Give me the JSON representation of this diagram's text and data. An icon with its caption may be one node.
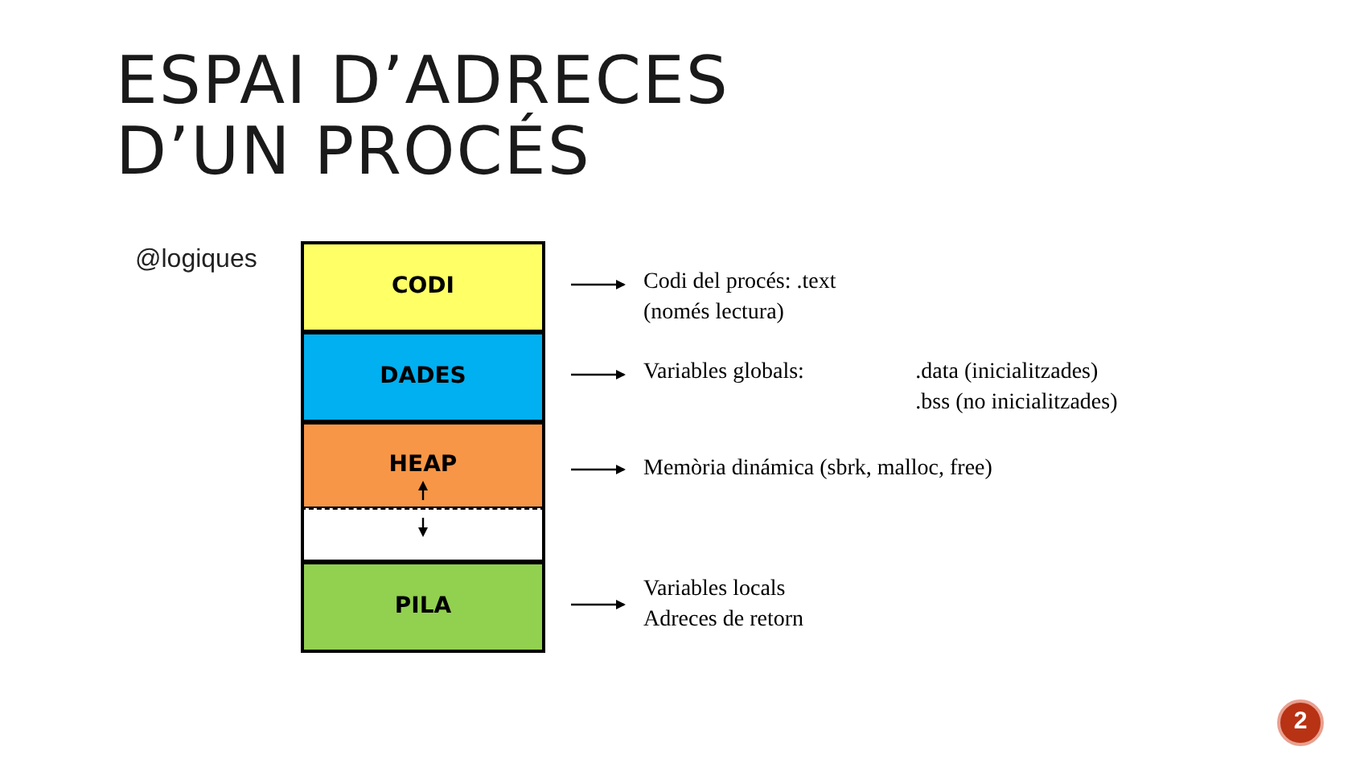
{
  "diagram": {
    "title": "ESPAI D’ADRECES D’UN PROCÉS",
    "nodes": [
      {
        "text": [
          "CODI"
        ]
      },
      {
        "text": [
          "DADES"
        ]
      },
      {
        "text": [
          "HEAP"
        ]
      },
      {
        "text": [],
        "shape": "box"
      },
      {
        "text": [
          "PILA"
        ]
      },
      {
        "text": [
          "Codi del procés: .text (només lectura)"
        ]
      },
      {
        "text": [
          "Variables globals:",
          ".data (inicialitzades)",
          ".bss (no inicialitzades)"
        ]
      },
      {
        "text": [
          "Memòria dinámica (sbrk, malloc, free)"
        ]
      },
      {
        "text": [
          "Variables locals",
          "Adreces de retorn"
        ]
      }
    ],
    "edges": [
      {
        "from": null,
        "to": 5,
        "arrow": "to"
      },
      {
        "from": null,
        "to": 6,
        "arrow": "to"
      },
      {
        "from": null,
        "to": 7,
        "arrow": "to"
      },
      {
        "from": null,
        "to": 8,
        "arrow": "to"
      }
    ],
    "labels": [
      "@logiques",
      "2"
    ]
  }
}
